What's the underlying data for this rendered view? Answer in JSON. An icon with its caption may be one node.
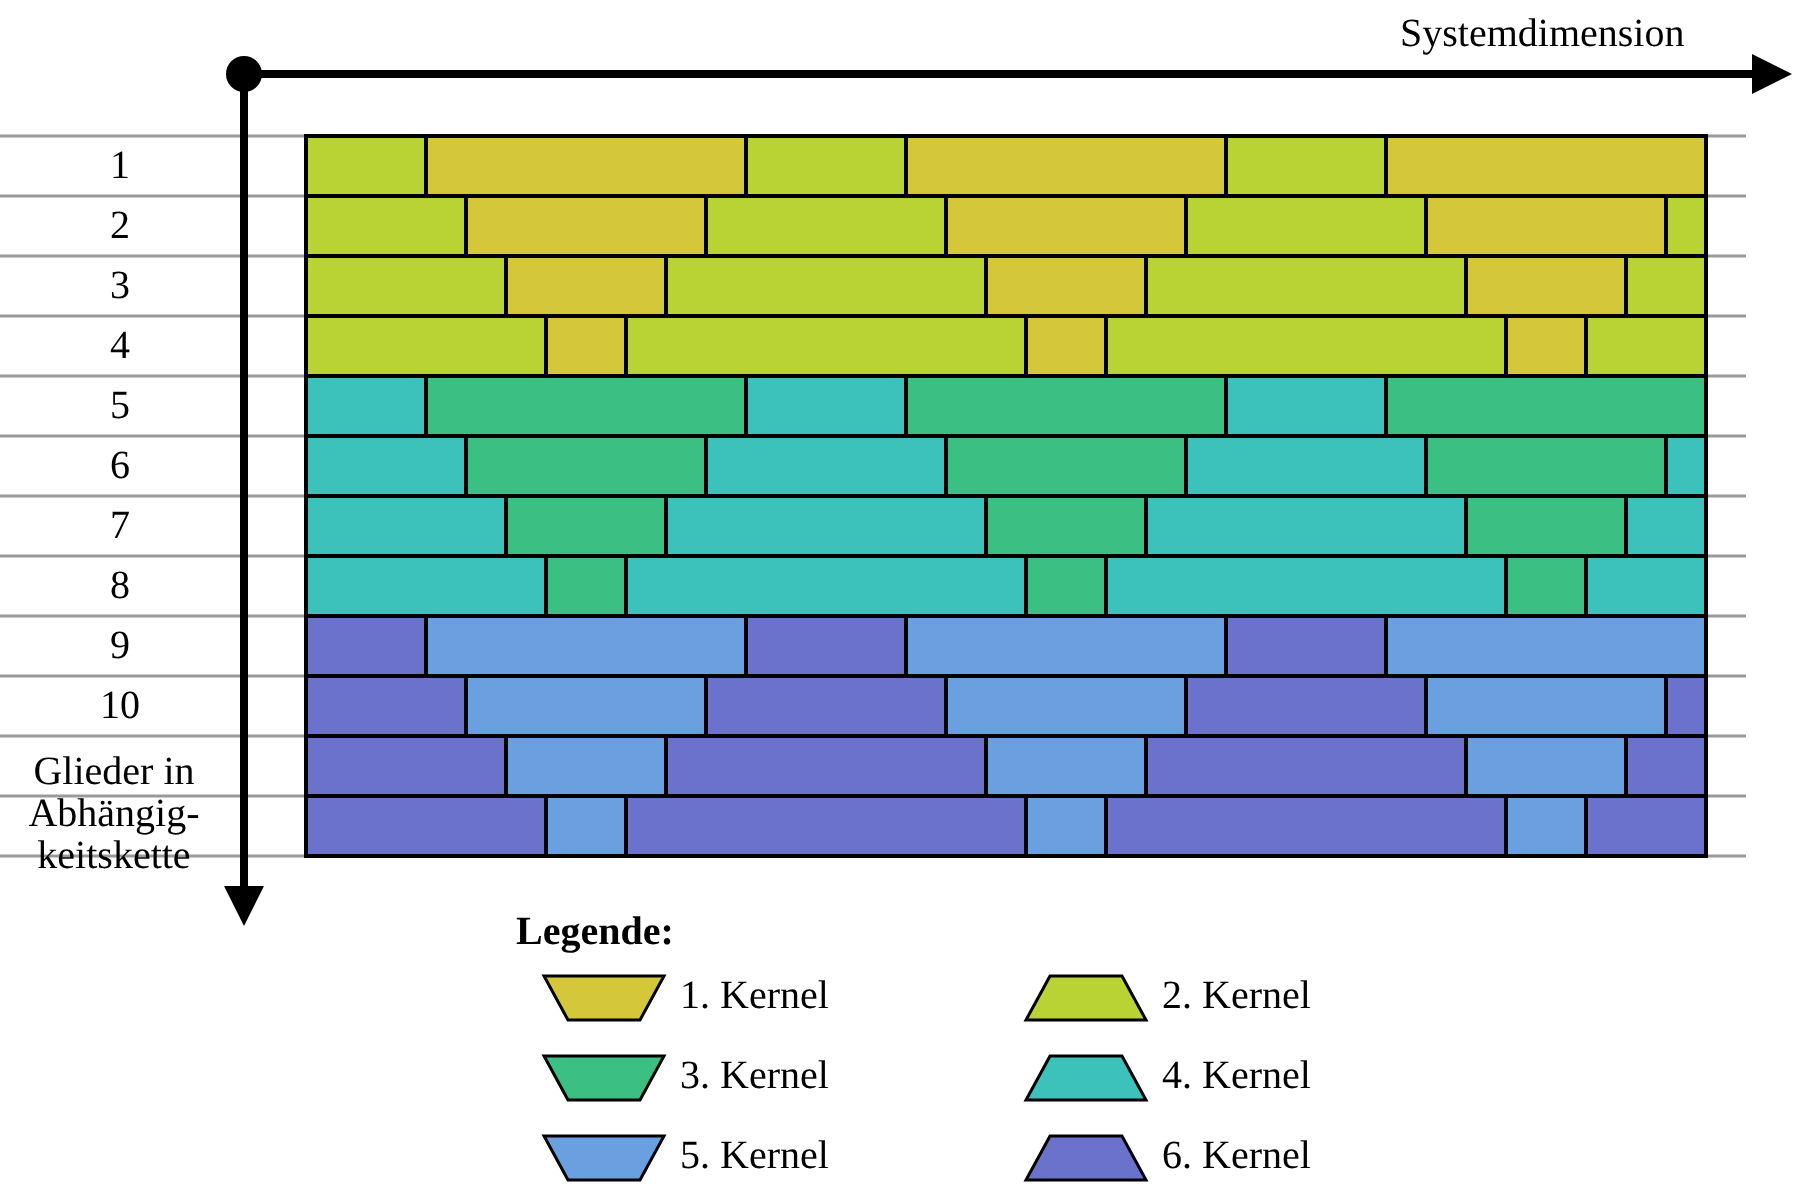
{
  "diagram": {
    "labels": [
      "Systemdimension",
      "1",
      "2",
      "3",
      "4",
      "5",
      "6",
      "7",
      "8",
      "9",
      "10",
      "Glieder in Abhängig-keitskette",
      "Legende:"
    ],
    "legend": [
      {
        "text": "1. Kernel",
        "color": "#d4c83a"
      },
      {
        "text": "2. Kernel",
        "color": "#bad334"
      },
      {
        "text": "3. Kernel",
        "color": "#3bbf82"
      },
      {
        "text": "4. Kernel",
        "color": "#3cc1bb"
      },
      {
        "text": "5. Kernel",
        "color": "#6aa0e0"
      },
      {
        "text": "6. Kernel",
        "color": "#6b72cc"
      }
    ]
  }
}
